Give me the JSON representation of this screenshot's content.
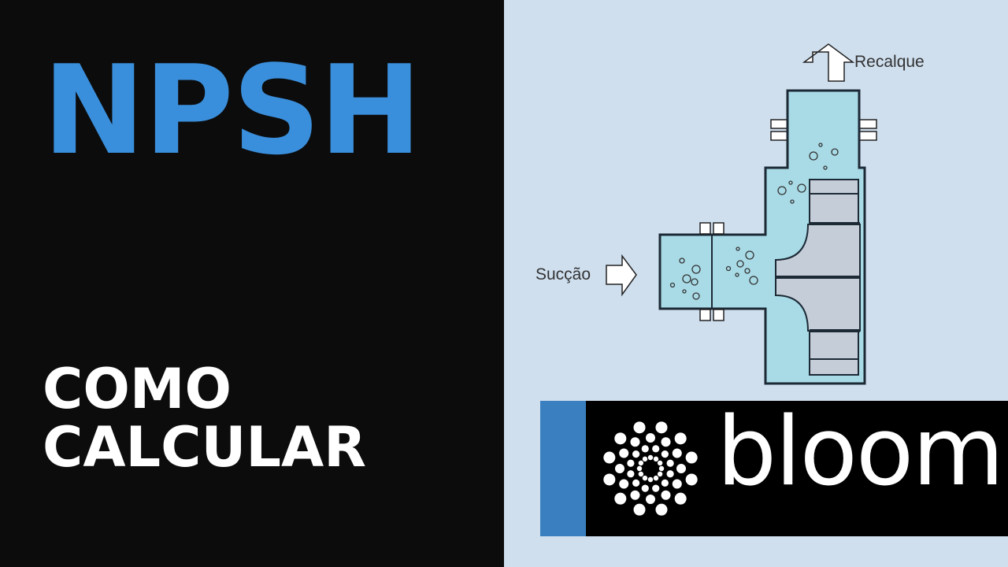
{
  "heading": {
    "title": "NPSH",
    "subtitle_line1": "COMO",
    "subtitle_line2": "CALCULAR"
  },
  "diagram": {
    "discharge_label": "Recalque",
    "suction_label": "Sucção"
  },
  "brand": {
    "name": "bloom"
  },
  "colors": {
    "title_blue": "#3a8fdc",
    "left_background": "#0c0c0c",
    "right_background": "#cfdfee",
    "water": "#a9dbe7",
    "impeller_gray": "#c4cdd8",
    "brand_accent": "#3a7fbf"
  }
}
